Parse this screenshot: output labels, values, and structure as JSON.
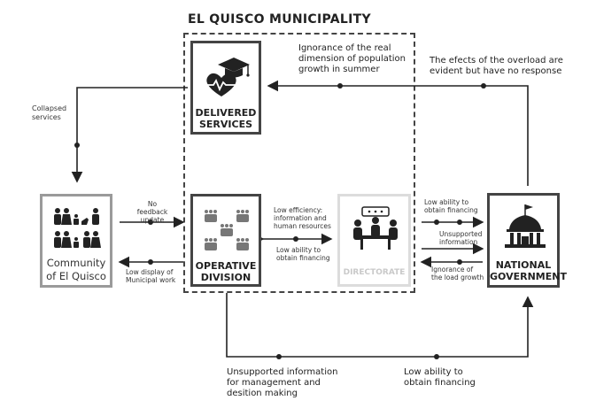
{
  "title": "EL QUISCO MUNICIPALITY",
  "nodes": {
    "delivered": [
      "DELIVERED",
      "SERVICES"
    ],
    "operative": [
      "OPERATIVE",
      "DIVISION"
    ],
    "directorate": "DIRECTORATE",
    "community": [
      "Community",
      "of El Quisco"
    ],
    "national": [
      "NATIONAL",
      "GOVERNMENT"
    ]
  },
  "edges": {
    "top_center": [
      "Ignorance of the real",
      "dimension of population",
      "growth in summer"
    ],
    "top_right": [
      "The efects of the overload are",
      "evident but have no response"
    ],
    "collapsed": [
      "Collapsed",
      "services"
    ],
    "no_feedback": [
      "No feedback",
      "update"
    ],
    "low_display": [
      "Low display of",
      "Municipal work"
    ],
    "low_efficiency": [
      "Low efficiency:",
      "information and",
      "human resources"
    ],
    "low_ability_inner": [
      "Low ability to",
      "obtain financing"
    ],
    "low_ability_right": [
      "Low ability to",
      "obtain financing"
    ],
    "unsupported_small": [
      "Unsupported",
      "information"
    ],
    "ignorance_load": [
      "Ignorance of",
      "the load growth"
    ],
    "bottom_left": [
      "Unsupported information",
      "for management and",
      "desition making"
    ],
    "bottom_right": [
      "Low ability to",
      "obtain financing"
    ]
  },
  "colors": {
    "line": "#222222",
    "dark": "#444444",
    "gray": "#9a9a9a",
    "light": "#dcdcdc"
  }
}
